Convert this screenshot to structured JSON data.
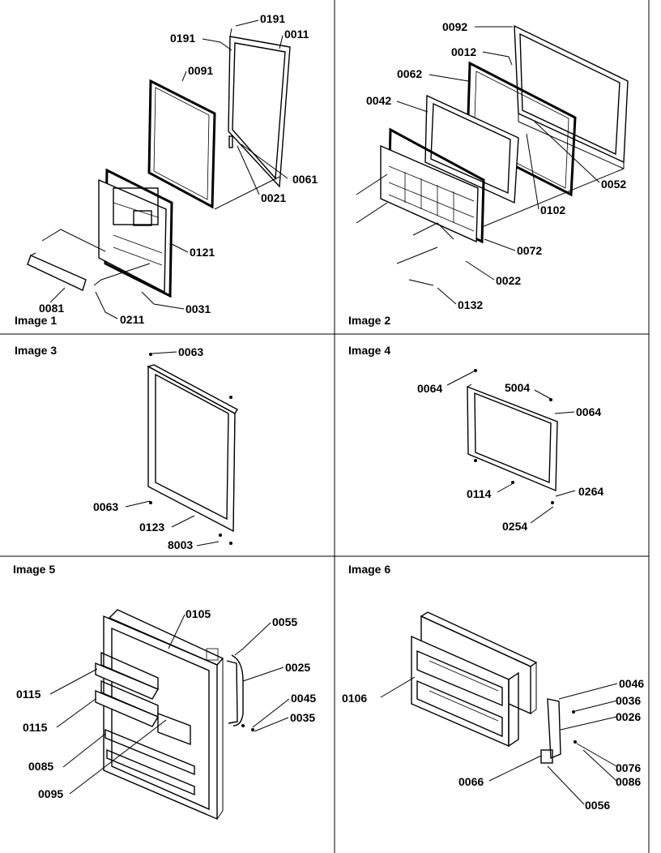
{
  "panels": [
    {
      "title": "Image 1",
      "labels": [
        "0191",
        "0191",
        "0011",
        "0091",
        "0061",
        "0021",
        "0121",
        "0081",
        "0031",
        "0211"
      ]
    },
    {
      "title": "Image 2",
      "labels": [
        "0092",
        "0012",
        "0062",
        "0042",
        "0052",
        "0102",
        "0072",
        "0022",
        "0132"
      ]
    },
    {
      "title": "Image 3",
      "labels": [
        "0063",
        "0063",
        "0123",
        "8003"
      ]
    },
    {
      "title": "Image 4",
      "labels": [
        "0064",
        "5004",
        "0064",
        "0114",
        "0264",
        "0254"
      ]
    },
    {
      "title": "Image 5",
      "labels": [
        "0105",
        "0055",
        "0025",
        "0115",
        "0115",
        "0045",
        "0035",
        "0085",
        "0095"
      ]
    },
    {
      "title": "Image 6",
      "labels": [
        "0046",
        "0036",
        "0106",
        "0026",
        "0076",
        "0086",
        "0066",
        "0056"
      ]
    }
  ]
}
